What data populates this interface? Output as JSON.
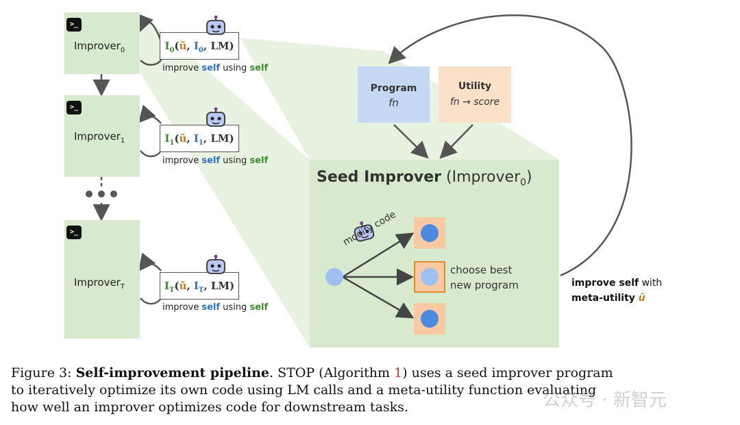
{
  "improvers": [
    {
      "label": "Improver",
      "sub": "0",
      "formula_prefix": "I",
      "formula_sub": "0",
      "caption_pre": "improve ",
      "caption_self1": "self",
      "caption_mid": " using ",
      "caption_self2": "self"
    },
    {
      "label": "Improver",
      "sub": "1",
      "formula_prefix": "I",
      "formula_sub": "1",
      "caption_pre": "improve ",
      "caption_self1": "self",
      "caption_mid": " using ",
      "caption_self2": "self"
    },
    {
      "label": "Improver",
      "sub": "T",
      "formula_prefix": "I",
      "formula_sub": "T",
      "caption_pre": "improve ",
      "caption_self1": "self",
      "caption_mid": " using ",
      "caption_self2": "self"
    }
  ],
  "formula": {
    "args_u": "ũ",
    "comma": ", ",
    "lm": "LM",
    "open": "(",
    "close": ")"
  },
  "terminal_glyph": ">_",
  "program_box": {
    "title": "Program",
    "subtitle": "fn"
  },
  "utility_box": {
    "title": "Utility",
    "subtitle": "fn → score"
  },
  "seed": {
    "title_bold": "Seed Improver",
    "title_rest": " (Improver",
    "title_sub": "0",
    "title_close": ")"
  },
  "modify_label": "modify code",
  "choose_label_line1": "choose best",
  "choose_label_line2": "new program",
  "meta": {
    "line1_bold": "improve self",
    "line1_rest": " with",
    "line2_bold": "meta-utility ",
    "line2_symbol": "ũ"
  },
  "caption": {
    "prefix": "Figure 3: ",
    "bold": "Self-improvement pipeline",
    "line1_rest": ". STOP (Algorithm ",
    "ref": "1",
    "line1_end": ") uses a seed improver program",
    "line2": "to iteratively optimize its own code using LM calls and a meta-utility function evaluating",
    "line3": "how well an improver optimizes code for downstream tasks."
  },
  "watermark": "公众号 · 新智元",
  "colors": {
    "green_panel": "#d7eacd",
    "program_blue": "#c5d8f3",
    "utility_peach": "#fbe0c9",
    "candidate": "#f9c9a3",
    "dot_blue": "#4a8be0",
    "highlight": "#e08a2a"
  }
}
